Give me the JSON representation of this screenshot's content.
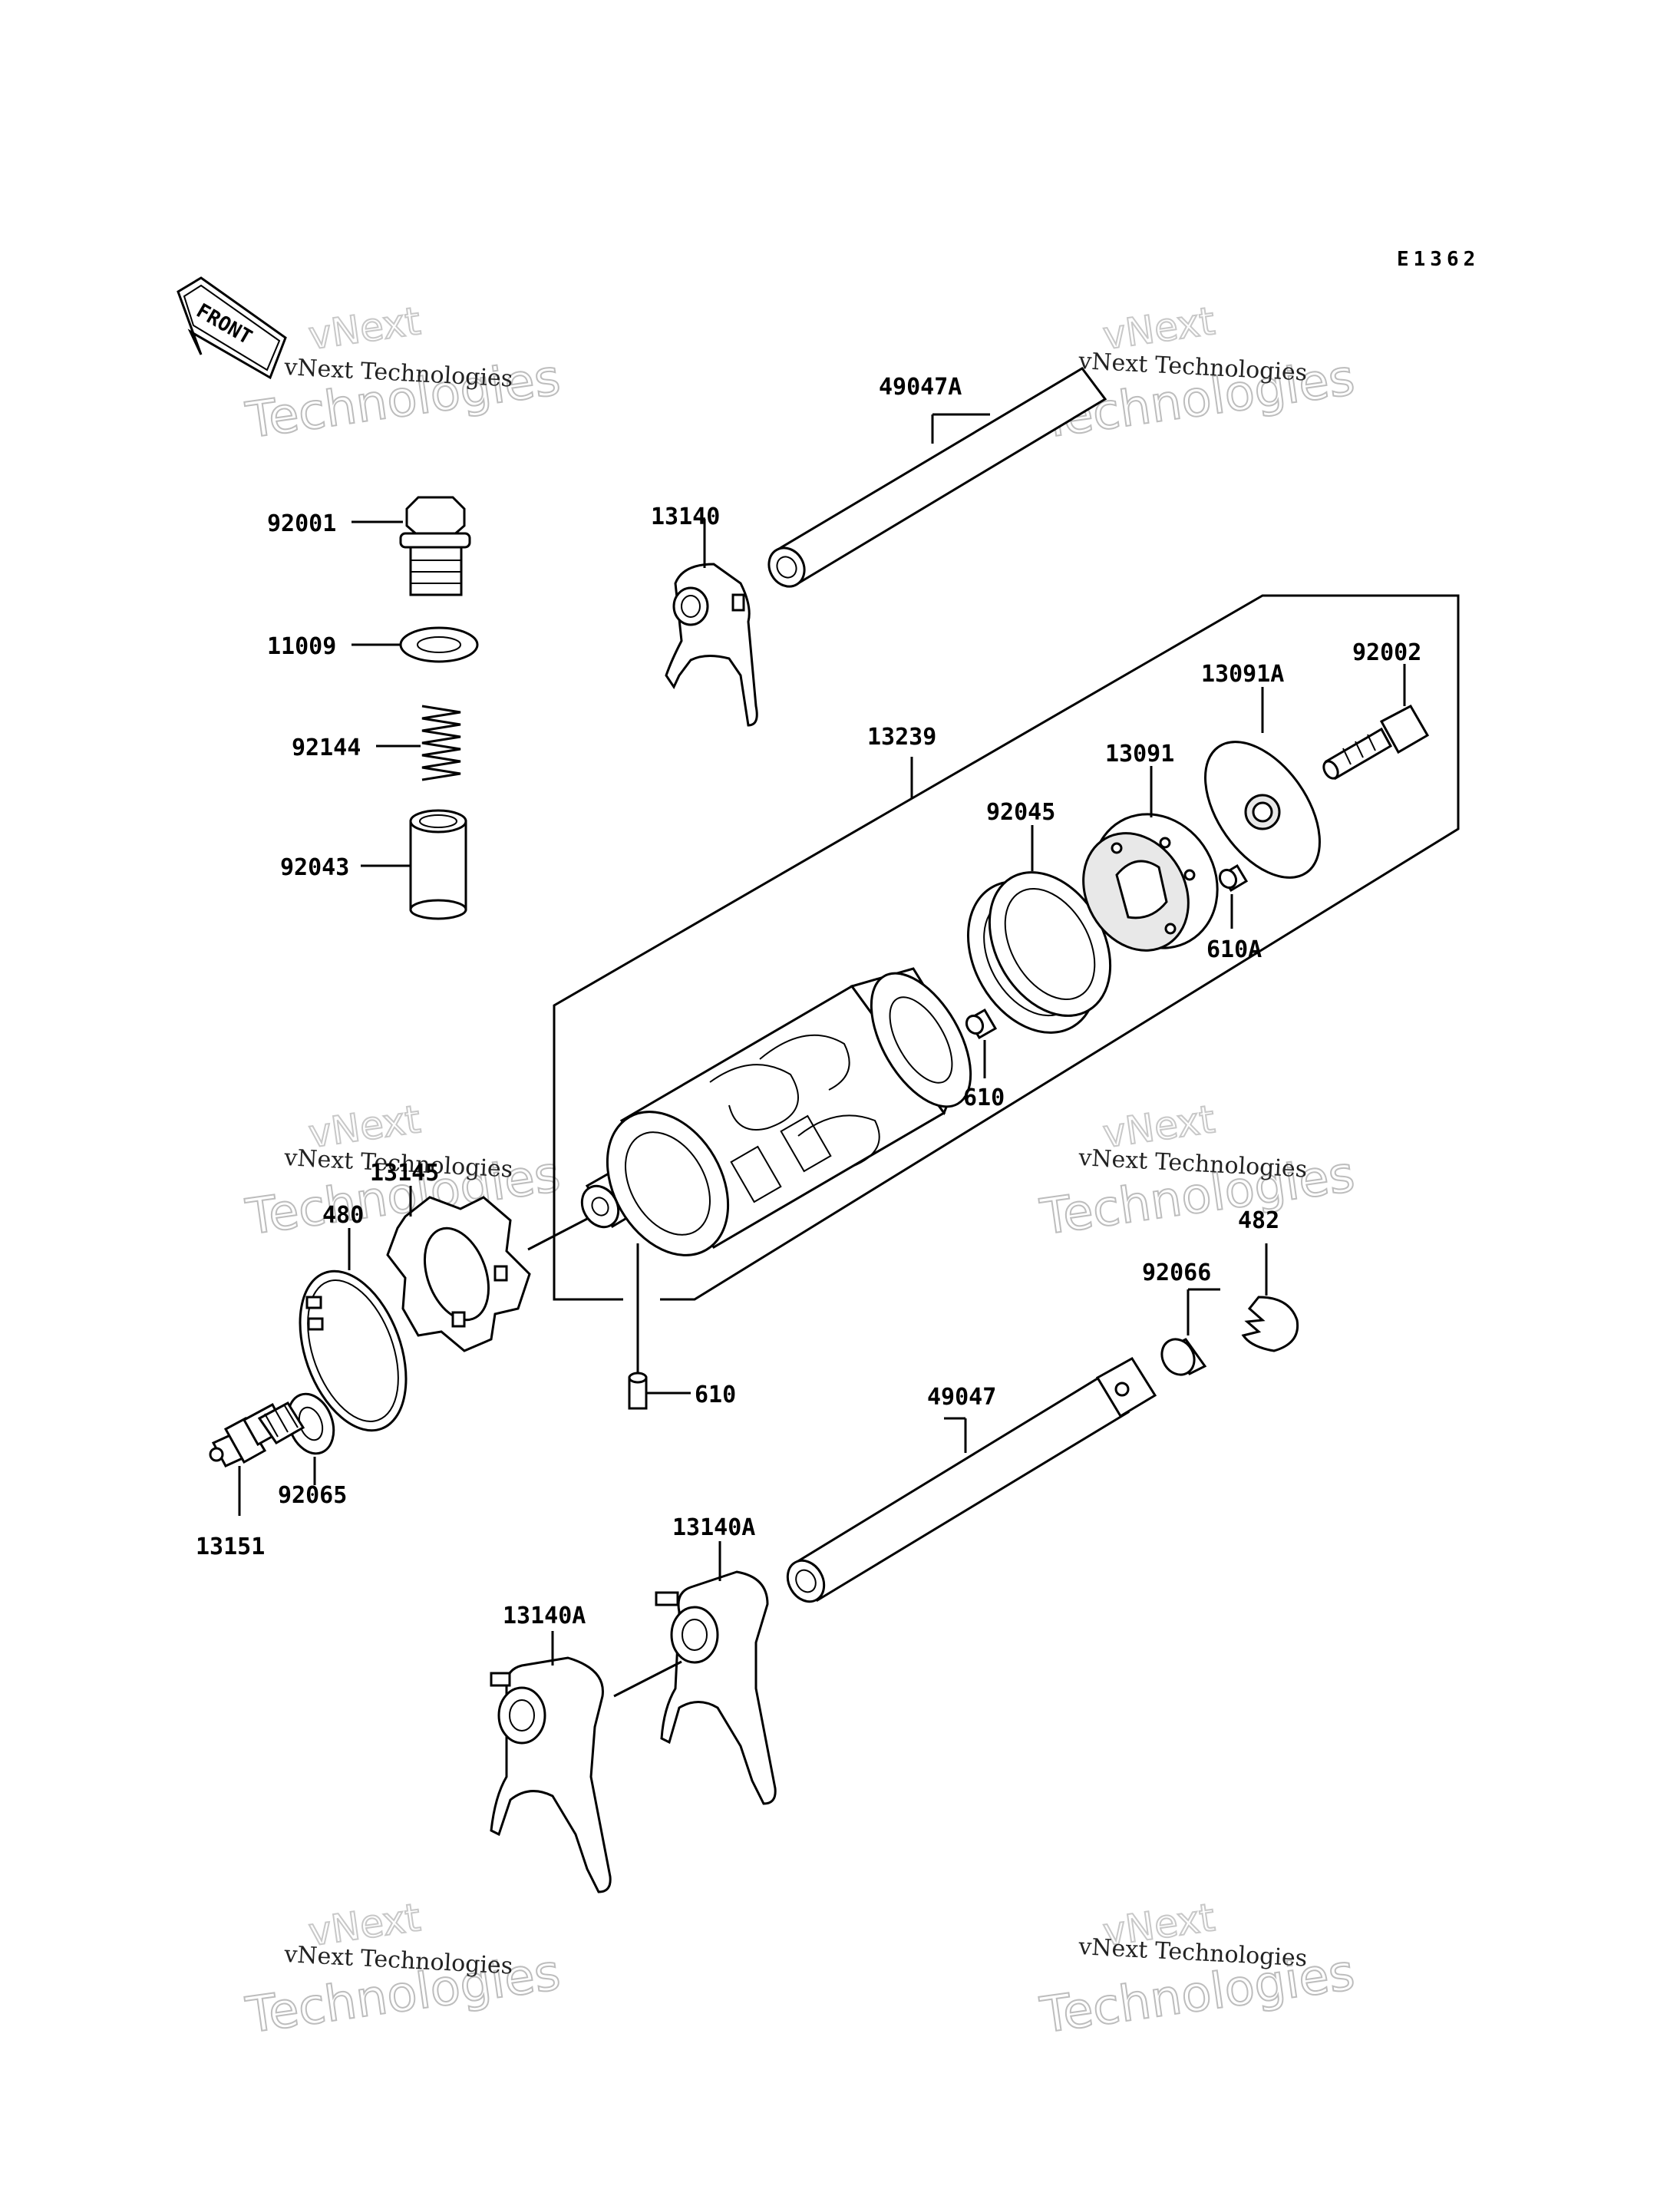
{
  "diagram": {
    "code": "E1362",
    "front_arrow": "FRONT",
    "watermark": {
      "brand_line": "vNext Technologies",
      "ghost_line1": "vNext",
      "ghost_line2": "Technologies"
    },
    "labels": {
      "p49047A": "49047A",
      "p13140": "13140",
      "p92001": "92001",
      "p11009": "11009",
      "p92144": "92144",
      "p92043": "92043",
      "p13239": "13239",
      "p92045": "92045",
      "p13091": "13091",
      "p13091A": "13091A",
      "p92002": "92002",
      "p610A": "610A",
      "p610a": "610",
      "p13145": "13145",
      "p480": "480",
      "p610b": "610",
      "p482": "482",
      "p92066": "92066",
      "p49047": "49047",
      "p92065": "92065",
      "p13151": "13151",
      "p13140A_1": "13140A",
      "p13140A_2": "13140A"
    }
  }
}
